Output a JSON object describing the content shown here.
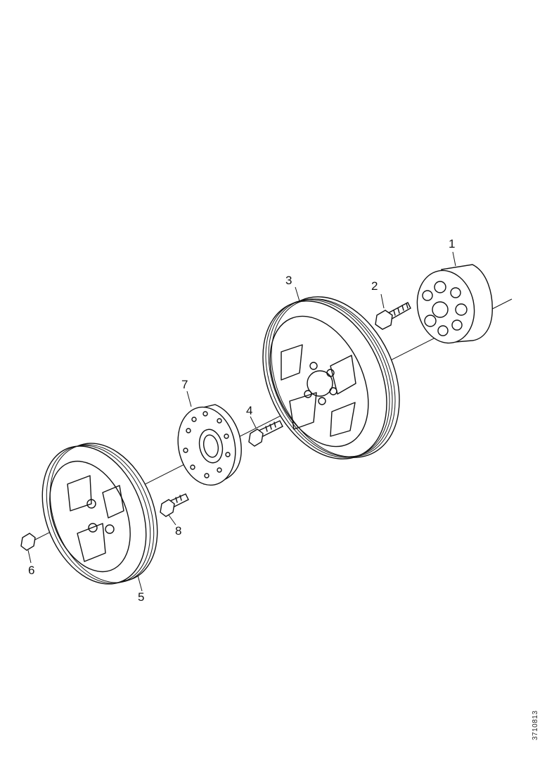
{
  "diagram": {
    "callouts": [
      {
        "id": "1",
        "label": "1"
      },
      {
        "id": "2",
        "label": "2"
      },
      {
        "id": "3",
        "label": "3"
      },
      {
        "id": "4",
        "label": "4"
      },
      {
        "id": "5",
        "label": "5"
      },
      {
        "id": "6",
        "label": "6"
      },
      {
        "id": "7",
        "label": "7"
      },
      {
        "id": "8",
        "label": "8"
      }
    ],
    "document_id": "3710813"
  }
}
